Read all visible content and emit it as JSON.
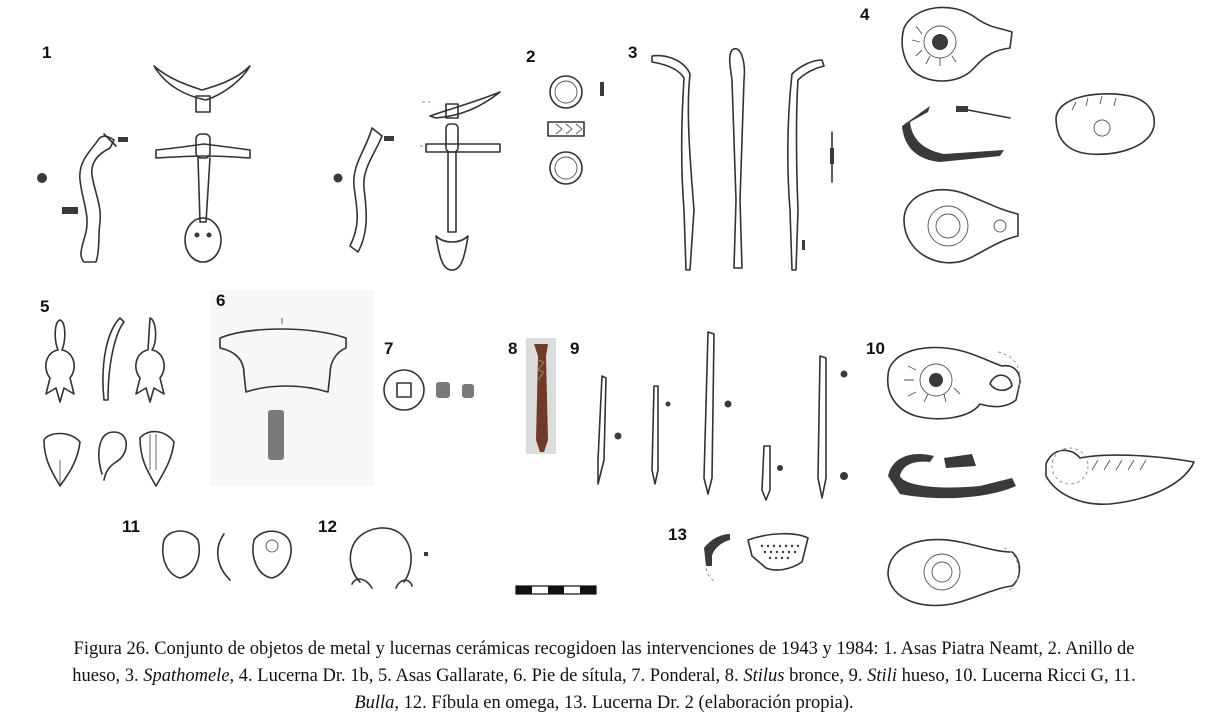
{
  "figure": {
    "labels": [
      "1",
      "2",
      "3",
      "4",
      "5",
      "6",
      "7",
      "8",
      "9",
      "10",
      "11",
      "12",
      "13"
    ]
  },
  "caption": {
    "line1": "Figura 26. Conjunto de objetos de metal y lucernas cerámicas recogidoen las intervenciones de 1943 y 1984: 1. Asas Piatra Neamt, 2. Anillo de",
    "line2_a": "hueso, 3. ",
    "line2_b": "Spathomele",
    "line2_c": ", 4. Lucerna Dr. 1b, 5. Asas Gallarate, 6. Pie de sítula, 7. Ponderal, 8. ",
    "line2_d": "Stilus",
    "line2_e": " bronce, 9. ",
    "line2_f": "Stili",
    "line2_g": " hueso, 10. Lucerna Ricci G, 11.",
    "line3_a": "Bulla",
    "line3_b": ", 12. Fíbula en omega, 13. Lucerna Dr. 2 (elaboración propia)."
  }
}
